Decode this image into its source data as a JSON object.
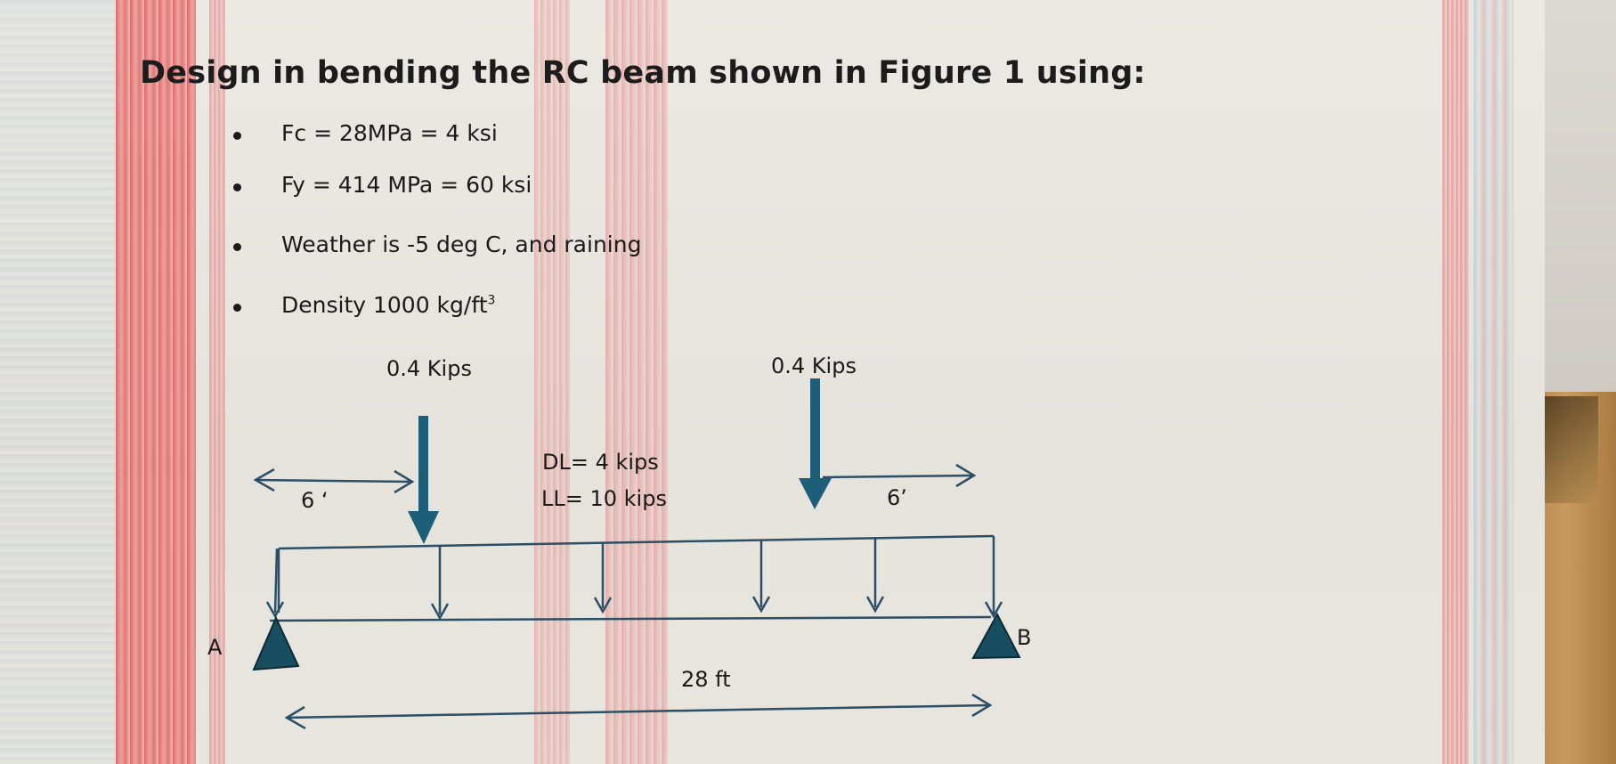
{
  "heading": "Design in bending the RC beam shown in Figure 1 using:",
  "bullets": [
    "Fc = 28MPa = 4 ksi",
    "Fy = 414 MPa = 60 ksi",
    "Weather is -5 deg C, and raining",
    "Density 1000 kg/ft"
  ],
  "density_exponent": "3",
  "figure": {
    "point_load_left_label": "0.4 Kips",
    "point_load_right_label": "0.4 Kips",
    "distributed_dl_label": "DL= 4 kips",
    "distributed_ll_label": "LL= 10 kips",
    "dim_left_label": "6 ‘",
    "dim_right_label": "6’",
    "span_label": "28 ft",
    "support_a_label": "A",
    "support_b_label": "B"
  },
  "colors": {
    "load_blue": "#1d5f78",
    "support": "#174e60",
    "line": "#2a4f66"
  }
}
